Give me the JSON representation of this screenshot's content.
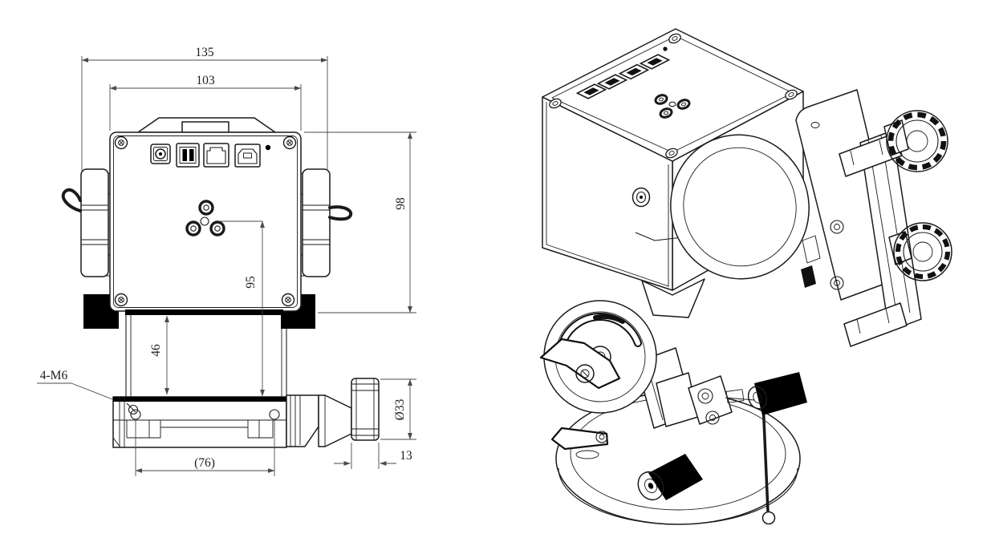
{
  "page": {
    "title": "Altazimuth telescope mount - dimensioned engineering drawing",
    "background": "#ffffff"
  },
  "colors": {
    "object_line": "#1a1a1a",
    "dimension_line": "#4a4a4a",
    "solid_fill": "#000000",
    "paper": "#ffffff"
  },
  "views": {
    "front": {
      "label": "front-orthographic-view",
      "dimensions": {
        "overall_width": "135",
        "body_width": "103",
        "body_height": "98",
        "center_height": "95",
        "neck_height": "46",
        "base_hole_spacing": "(76)",
        "knob_diameter": "Ø33",
        "knob_thickness": "13",
        "thread_callout": "4-M6"
      },
      "icons": [
        "dc-power-jack",
        "guide-port",
        "ethernet-port",
        "usb-b-port",
        "status-led",
        "corner-screw",
        "mounting-hole-pattern",
        "side-knob",
        "loop-lever",
        "black-pad",
        "neck-column",
        "dovetail-base",
        "m6-screw",
        "clamp-block",
        "clamp-knob"
      ]
    },
    "isometric": {
      "label": "isometric-view",
      "icons": [
        "mount-cube",
        "top-port-row",
        "top-corner-screws",
        "top-hole-pattern",
        "side-port",
        "drive-drum",
        "saddle-plate",
        "dovetail-rail",
        "clamp-jaw",
        "knurled-knob",
        "altitude-disc",
        "altitude-slot",
        "clutch-lever",
        "azimuth-lever",
        "support-bracket",
        "azimuth-block",
        "base-platter",
        "grip-knob",
        "drop-pin"
      ]
    }
  }
}
